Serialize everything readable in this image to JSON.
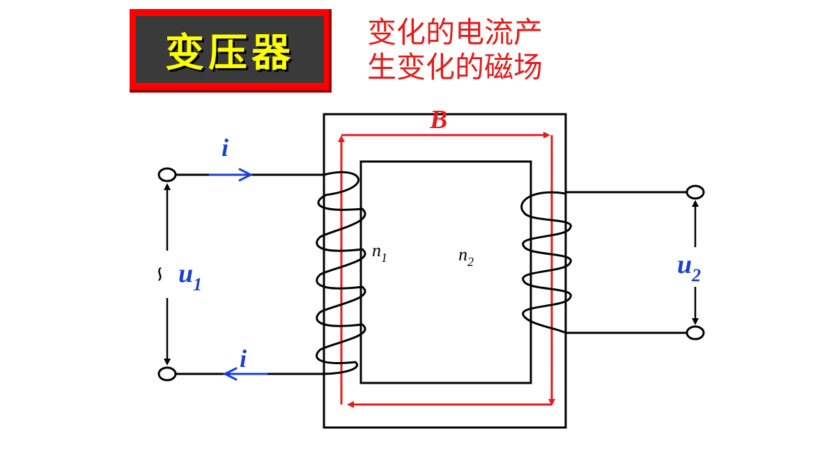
{
  "title": "变压器",
  "caption": {
    "line1": "变化的电流产",
    "line2": "生变化的磁场"
  },
  "labels": {
    "flux": "B",
    "current_top": "i",
    "current_bottom": "i",
    "primary_voltage_symbol": "u",
    "primary_voltage_sub": "1",
    "ac_symbol": "∽",
    "secondary_voltage_symbol": "u",
    "secondary_voltage_sub": "2",
    "primary_turns_symbol": "n",
    "primary_turns_sub": "1",
    "secondary_turns_symbol": "n",
    "secondary_turns_sub": "2"
  },
  "colors": {
    "title_border": "#ff0000",
    "title_bg": "#3a3a3a",
    "title_text": "#ffff00",
    "caption_text": "#e31c1c",
    "flux_line": "#e31c1c",
    "current_label": "#1a3fd0",
    "voltage_label": "#1a3fd0",
    "wire": "#000000"
  }
}
